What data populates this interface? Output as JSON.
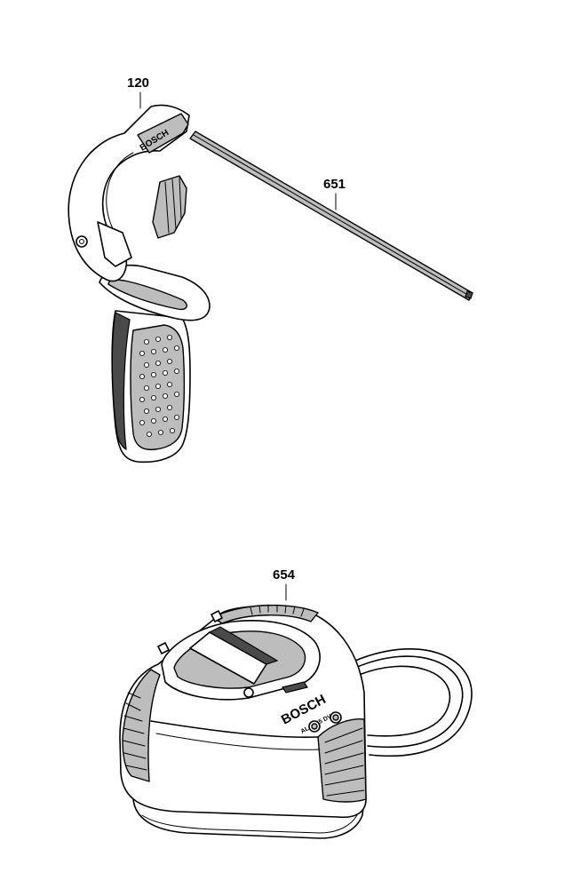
{
  "parts": {
    "handle": {
      "callout": "120",
      "brand": "BOSCH"
    },
    "rod": {
      "callout": "651"
    },
    "charger": {
      "callout": "654",
      "brand": "BOSCH",
      "model": "AL 2045 DV"
    }
  }
}
